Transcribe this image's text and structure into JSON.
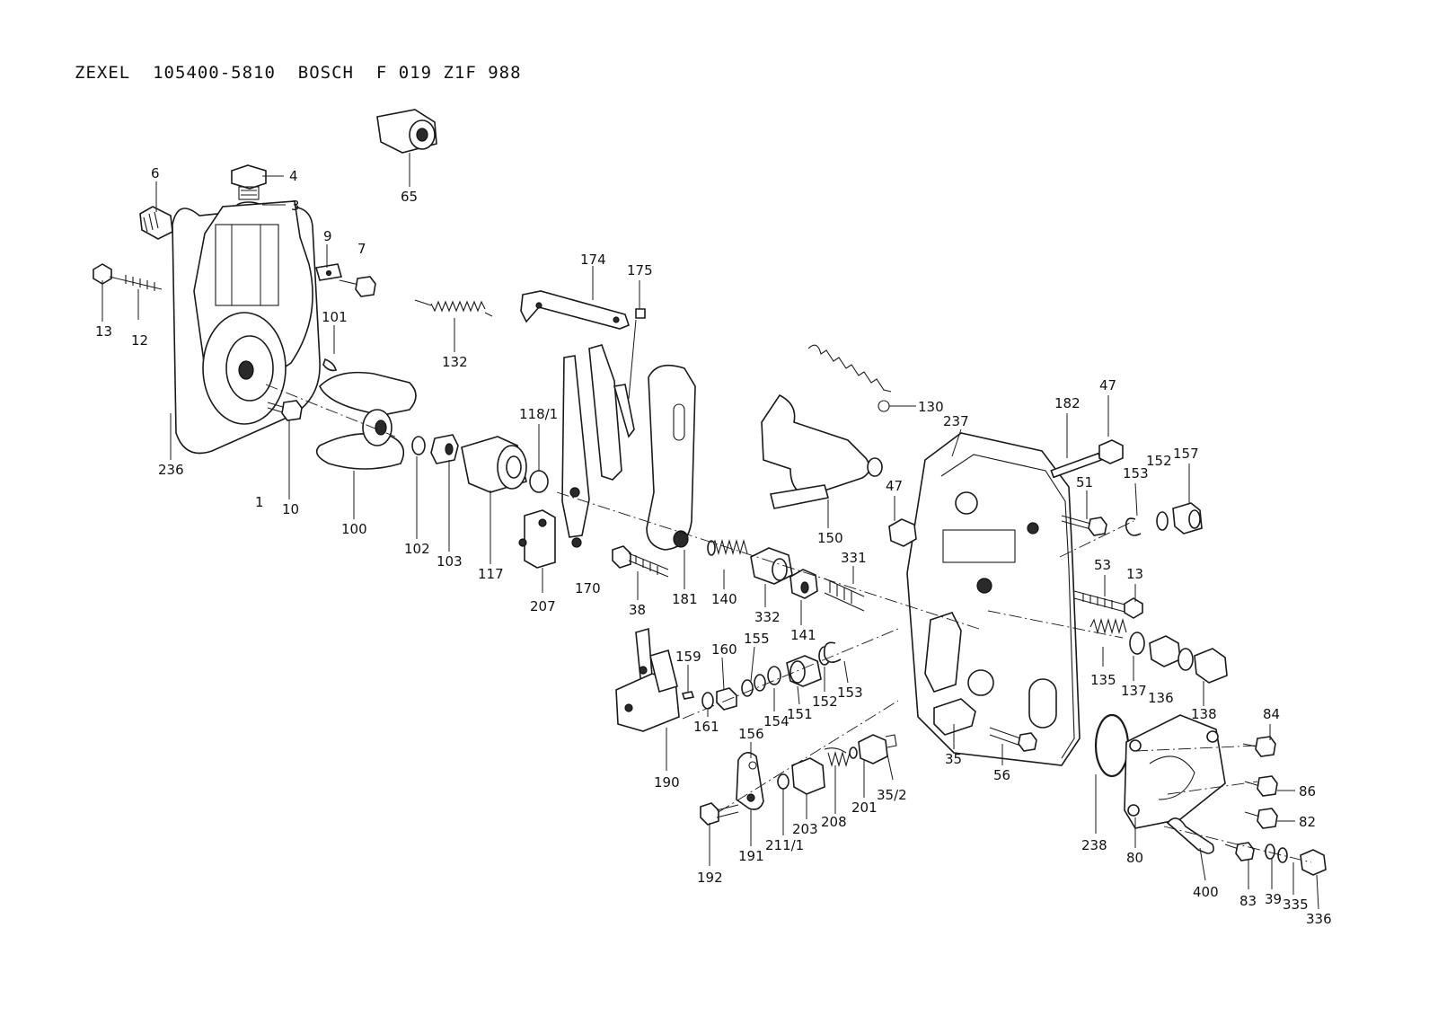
{
  "title": "ZEXEL  105400-5810  BOSCH  F 019 Z1F 988",
  "callouts": [
    {
      "id": "65",
      "text": "65"
    },
    {
      "id": "6",
      "text": "6"
    },
    {
      "id": "4",
      "text": "4"
    },
    {
      "id": "3",
      "text": "3"
    },
    {
      "id": "9",
      "text": "9"
    },
    {
      "id": "7",
      "text": "7"
    },
    {
      "id": "13a",
      "text": "13"
    },
    {
      "id": "12",
      "text": "12"
    },
    {
      "id": "101",
      "text": "101"
    },
    {
      "id": "132",
      "text": "132"
    },
    {
      "id": "174",
      "text": "174"
    },
    {
      "id": "175",
      "text": "175"
    },
    {
      "id": "236",
      "text": "236"
    },
    {
      "id": "1",
      "text": "1"
    },
    {
      "id": "10",
      "text": "10"
    },
    {
      "id": "100",
      "text": "100"
    },
    {
      "id": "102",
      "text": "102"
    },
    {
      "id": "103",
      "text": "103"
    },
    {
      "id": "117",
      "text": "117"
    },
    {
      "id": "118_1",
      "text": "118/1"
    },
    {
      "id": "207",
      "text": "207"
    },
    {
      "id": "170",
      "text": "170"
    },
    {
      "id": "38",
      "text": "38"
    },
    {
      "id": "181",
      "text": "181"
    },
    {
      "id": "130",
      "text": "130"
    },
    {
      "id": "150",
      "text": "150"
    },
    {
      "id": "237",
      "text": "237"
    },
    {
      "id": "182",
      "text": "182"
    },
    {
      "id": "47a",
      "text": "47"
    },
    {
      "id": "47b",
      "text": "47"
    },
    {
      "id": "51",
      "text": "51"
    },
    {
      "id": "153a",
      "text": "153"
    },
    {
      "id": "152a",
      "text": "152"
    },
    {
      "id": "157",
      "text": "157"
    },
    {
      "id": "53",
      "text": "53"
    },
    {
      "id": "13b",
      "text": "13"
    },
    {
      "id": "140",
      "text": "140"
    },
    {
      "id": "332",
      "text": "332"
    },
    {
      "id": "141",
      "text": "141"
    },
    {
      "id": "331",
      "text": "331"
    },
    {
      "id": "159",
      "text": "159"
    },
    {
      "id": "160",
      "text": "160"
    },
    {
      "id": "155",
      "text": "155"
    },
    {
      "id": "154",
      "text": "154"
    },
    {
      "id": "151",
      "text": "151"
    },
    {
      "id": "152b",
      "text": "152"
    },
    {
      "id": "153b",
      "text": "153"
    },
    {
      "id": "161",
      "text": "161"
    },
    {
      "id": "190",
      "text": "190"
    },
    {
      "id": "156",
      "text": "156"
    },
    {
      "id": "35",
      "text": "35"
    },
    {
      "id": "56",
      "text": "56"
    },
    {
      "id": "135",
      "text": "135"
    },
    {
      "id": "137",
      "text": "137"
    },
    {
      "id": "136",
      "text": "136"
    },
    {
      "id": "138",
      "text": "138"
    },
    {
      "id": "84",
      "text": "84"
    },
    {
      "id": "86",
      "text": "86"
    },
    {
      "id": "82",
      "text": "82"
    },
    {
      "id": "238",
      "text": "238"
    },
    {
      "id": "80",
      "text": "80"
    },
    {
      "id": "400",
      "text": "400"
    },
    {
      "id": "83",
      "text": "83"
    },
    {
      "id": "39",
      "text": "39"
    },
    {
      "id": "335",
      "text": "335"
    },
    {
      "id": "336",
      "text": "336"
    },
    {
      "id": "192",
      "text": "192"
    },
    {
      "id": "191",
      "text": "191"
    },
    {
      "id": "211_1",
      "text": "211/1"
    },
    {
      "id": "203",
      "text": "203"
    },
    {
      "id": "208",
      "text": "208"
    },
    {
      "id": "201",
      "text": "201"
    },
    {
      "id": "35_2",
      "text": "35/2"
    }
  ]
}
